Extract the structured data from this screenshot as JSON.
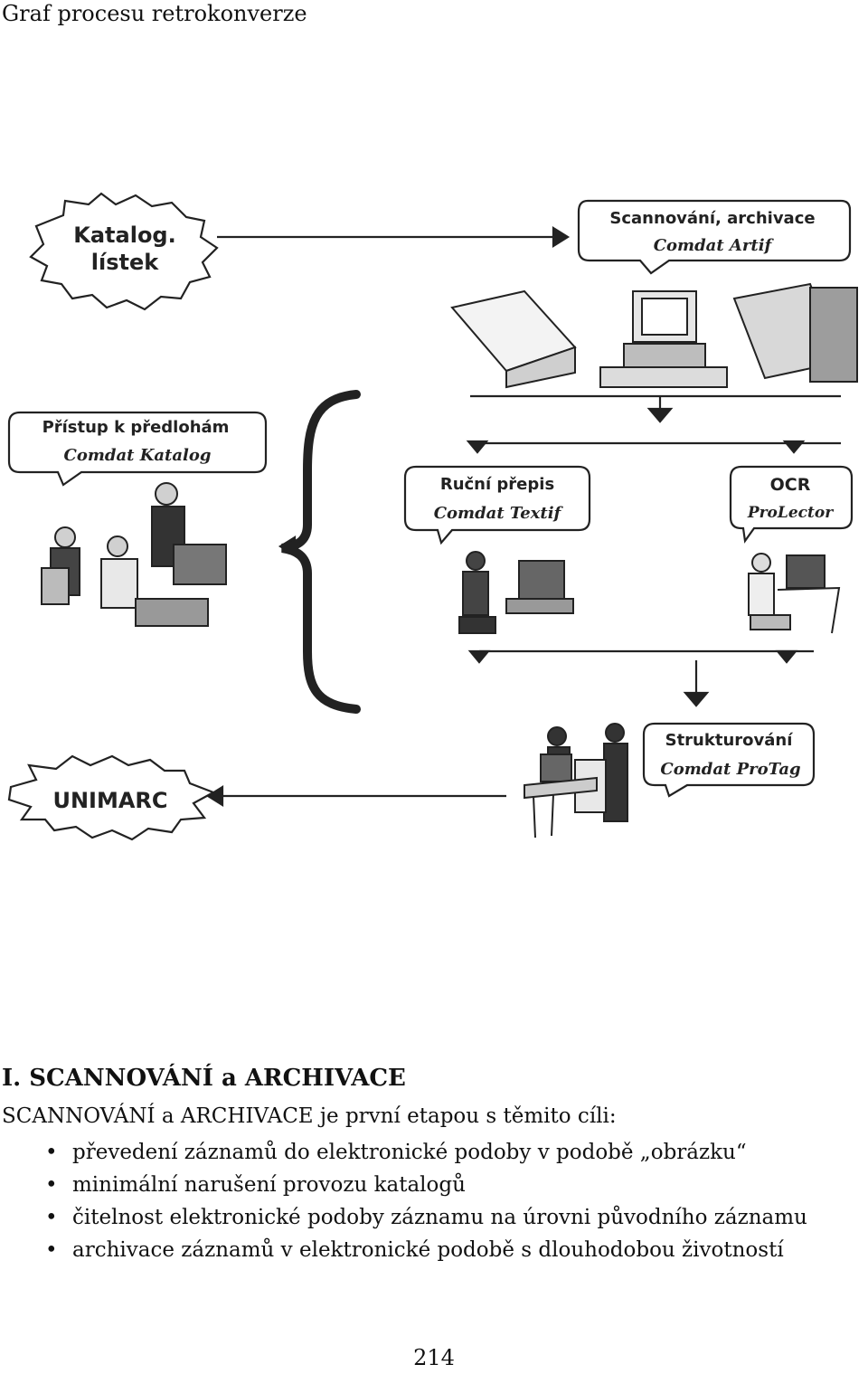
{
  "header": {
    "title": "Graf procesu retrokonverze"
  },
  "diagram": {
    "katalog_line1": "Katalog.",
    "katalog_line2": "lístek",
    "scan_title": "Scannování, archivace",
    "scan_sub": "Comdat Artif",
    "pristup_title": "Přístup k předlohám",
    "pristup_sub": "Comdat Katalog",
    "rucni_title": "Ruční přepis",
    "rucni_sub": "Comdat Textif",
    "ocr_title": "OCR",
    "ocr_sub": "ProLector",
    "unimarc": "UNIMARC",
    "strukt_title": "Strukturování",
    "strukt_sub": "Comdat ProTag"
  },
  "section": {
    "heading": "I. SCANNOVÁNÍ a ARCHIVACE",
    "intro": "SCANNOVÁNÍ a ARCHIVACE je první etapou s těmito cíli:",
    "bullet_glyph": "•",
    "items": [
      "převedení záznamů do elektronické podoby v podobě „obrázku“",
      "minimální narušení provozu katalogů",
      "čitelnost elektronické podoby záznamu na úrovni původního záznamu",
      "archivace záznamů v elektronické podobě s dlouhodobou životností"
    ]
  },
  "footer": {
    "page_number": "214"
  }
}
